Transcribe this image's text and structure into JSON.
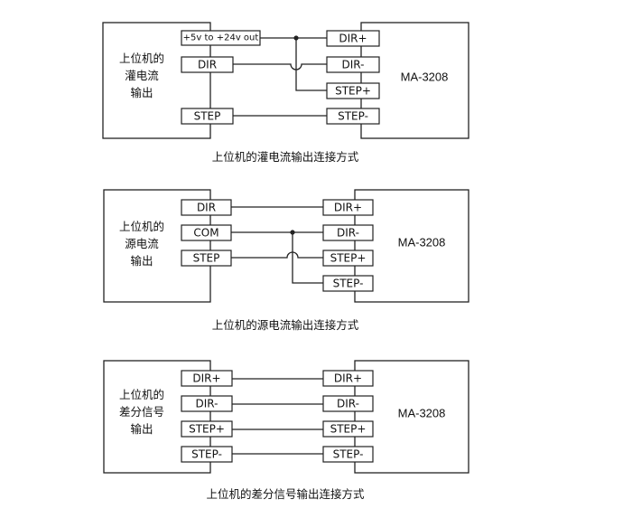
{
  "diagrams": [
    {
      "controller_lines": [
        "上位机的",
        "灌电流",
        "输出"
      ],
      "controller_pins": [
        "+5v to +24v out",
        "DIR",
        "STEP"
      ],
      "driver_name": "MA-3208",
      "driver_pins": [
        "DIR+",
        "DIR-",
        "STEP+",
        "STEP-"
      ],
      "caption": "上位机的灌电流输出连接方式"
    },
    {
      "controller_lines": [
        "上位机的",
        "源电流",
        "输出"
      ],
      "controller_pins": [
        "DIR",
        "COM",
        "STEP"
      ],
      "driver_name": "MA-3208",
      "driver_pins": [
        "DIR+",
        "DIR-",
        "STEP+",
        "STEP-"
      ],
      "caption": "上位机的源电流输出连接方式"
    },
    {
      "controller_lines": [
        "上位机的",
        "差分信号",
        "输出"
      ],
      "controller_pins": [
        "DIR+",
        "DIR-",
        "STEP+",
        "STEP-"
      ],
      "driver_name": "MA-3208",
      "driver_pins": [
        "DIR+",
        "DIR-",
        "STEP+",
        "STEP-"
      ],
      "caption": "上位机的差分信号输出连接方式"
    }
  ]
}
